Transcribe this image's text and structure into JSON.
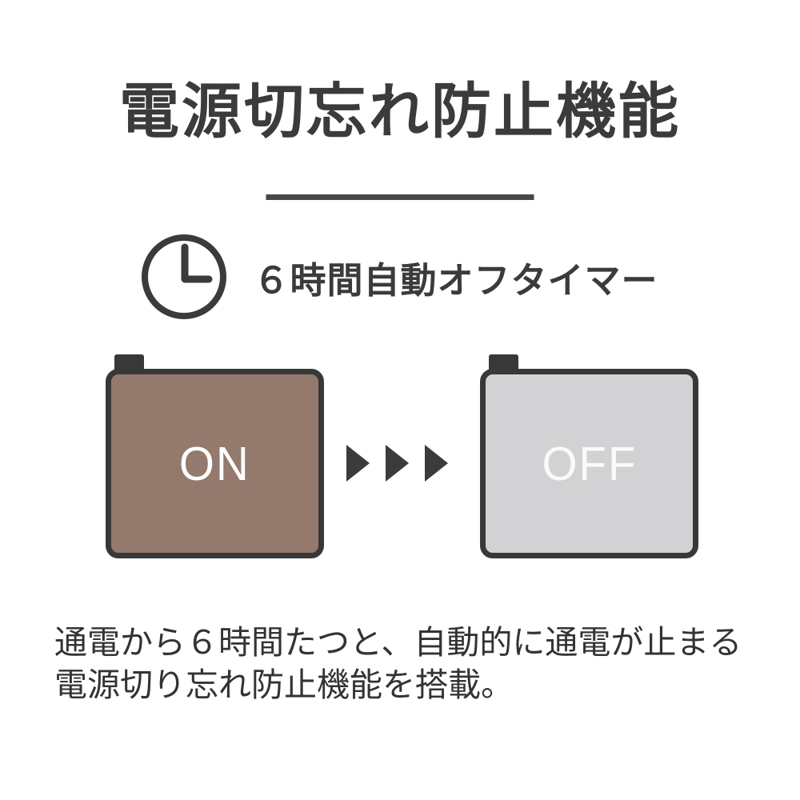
{
  "infographic": {
    "title": "電源切忘れ防止機能",
    "timer": {
      "icon": "clock-icon",
      "label": "６時間自動オフタイマー"
    },
    "flow": {
      "on_label": "ON",
      "off_label": "OFF",
      "arrows_icon": "triple-right-arrow-icon"
    },
    "description": {
      "line1": "通電から６時間たつと、自動的に通電が止まる",
      "line2": "電源切り忘れ防止機能を搭載。"
    },
    "colors": {
      "ink": "#3b3b3b",
      "divider": "#474747",
      "on_fill": "#94796d",
      "off_fill": "#d2d2d4",
      "box_border": "#383838",
      "box_label_text": "#ffffff",
      "body_text": "#333333",
      "background": "#ffffff"
    }
  }
}
